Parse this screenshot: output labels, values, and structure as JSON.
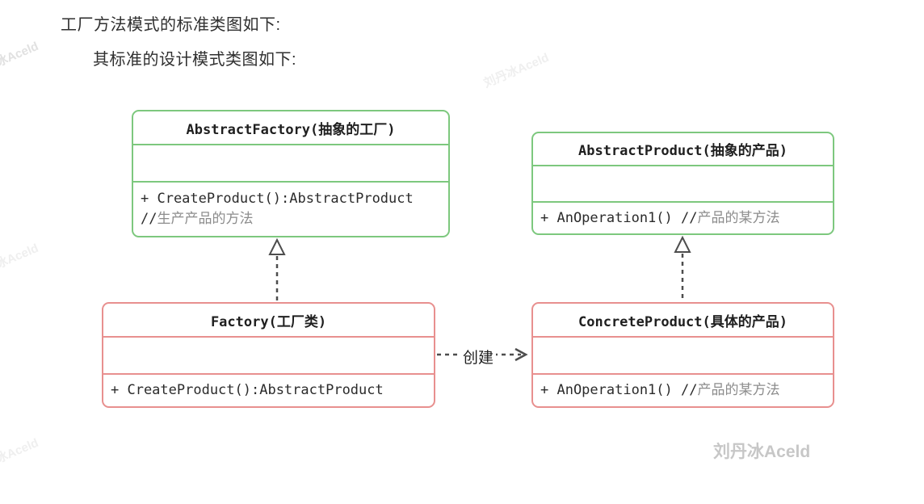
{
  "headings": {
    "line1": "工厂方法模式的标准类图如下:",
    "line2": "其标准的设计模式类图如下:"
  },
  "classes": {
    "abstract_factory": {
      "title": "AbstractFactory(抽象的工厂)",
      "method1_code": "+ CreateProduct():AbstractProduct",
      "method2_code": "//",
      "method2_comment": "生产产品的方法"
    },
    "abstract_product": {
      "title": "AbstractProduct(抽象的产品)",
      "method1_code": "+ AnOperation1() //",
      "method1_comment": "产品的某方法"
    },
    "factory": {
      "title": "Factory(工厂类)",
      "method1_code": "+ CreateProduct():AbstractProduct"
    },
    "concrete_product": {
      "title": "ConcreteProduct(具体的产品)",
      "method1_code": "+ AnOperation1() //",
      "method1_comment": "产品的某方法"
    }
  },
  "relations": {
    "factory_to_abstract_factory": "realization",
    "concrete_to_abstract_product": "realization",
    "create_label": "创建"
  },
  "watermark": {
    "text": "刘丹冰Aceld"
  },
  "colors": {
    "abstract_class_border": "#7dc87e",
    "concrete_class_border": "#e8908f",
    "arrow_line": "#4d4d4d",
    "heading_text": "#2f2f2f",
    "code_text": "#2b2b2b",
    "comment_text": "#8c8c8c",
    "watermark_strong": "#c7c7c7",
    "watermark_faint": "#efefef"
  }
}
